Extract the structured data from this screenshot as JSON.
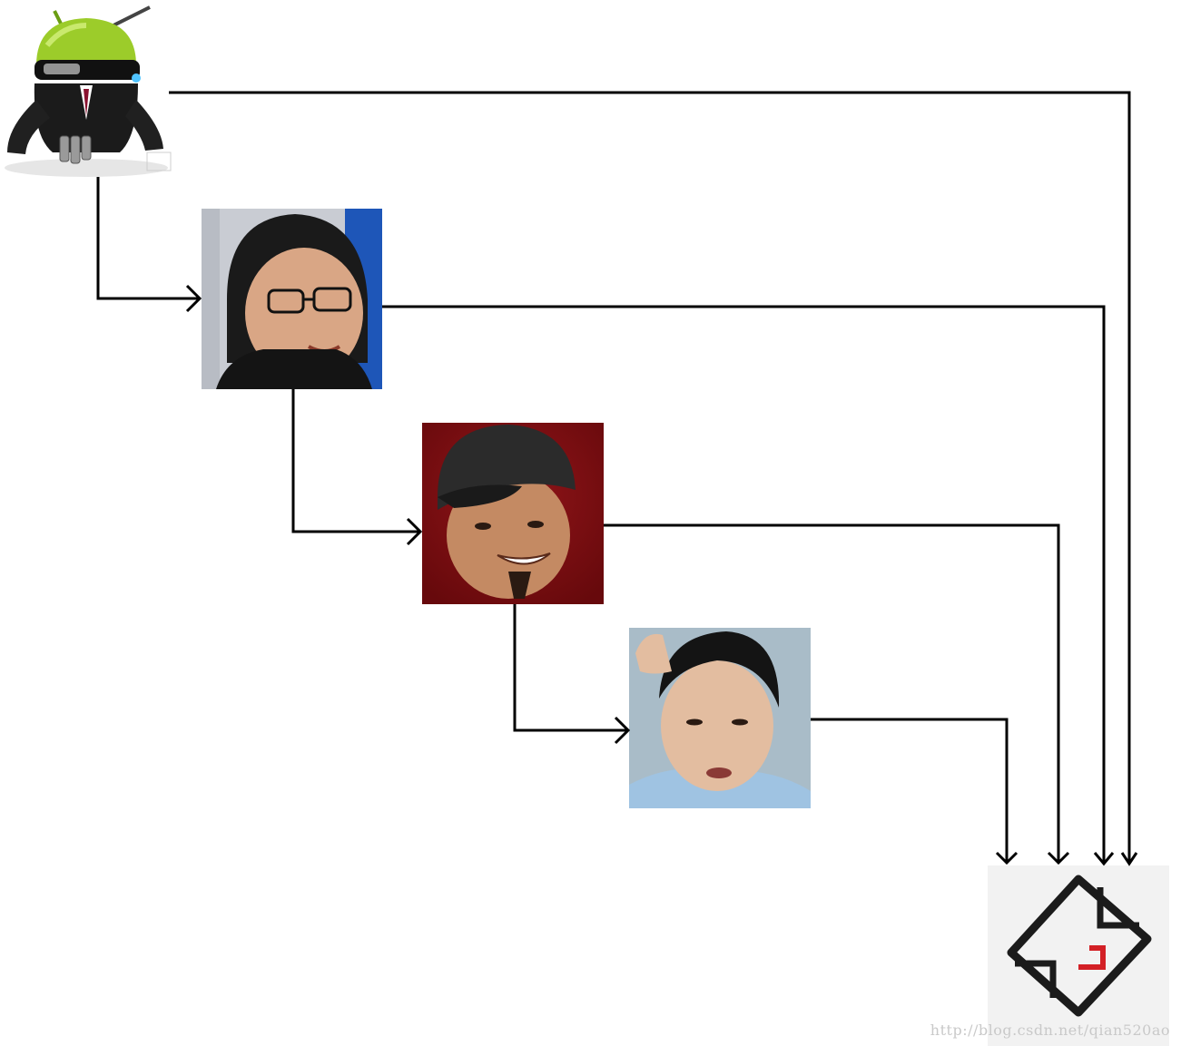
{
  "diagram": {
    "nodes": [
      {
        "id": "android",
        "kind": "mascot",
        "icon": "android-mascot-icon"
      },
      {
        "id": "person1",
        "kind": "photo",
        "icon": "woman-with-glasses-photo"
      },
      {
        "id": "person2",
        "kind": "photo",
        "icon": "man-with-cap-photo"
      },
      {
        "id": "person3",
        "kind": "photo",
        "icon": "young-man-photo"
      },
      {
        "id": "target",
        "kind": "logo",
        "icon": "envelope-logo-icon"
      }
    ],
    "edges": [
      {
        "from": "android",
        "to": "person1"
      },
      {
        "from": "person1",
        "to": "person2"
      },
      {
        "from": "person2",
        "to": "person3"
      },
      {
        "from": "android",
        "to": "target"
      },
      {
        "from": "person1",
        "to": "target"
      },
      {
        "from": "person2",
        "to": "target"
      },
      {
        "from": "person3",
        "to": "target"
      }
    ],
    "colors": {
      "line": "#000000",
      "logo_red": "#d32026",
      "logo_bg": "#f2f2f2"
    }
  },
  "watermark": "http://blog.csdn.net/qian520ao"
}
